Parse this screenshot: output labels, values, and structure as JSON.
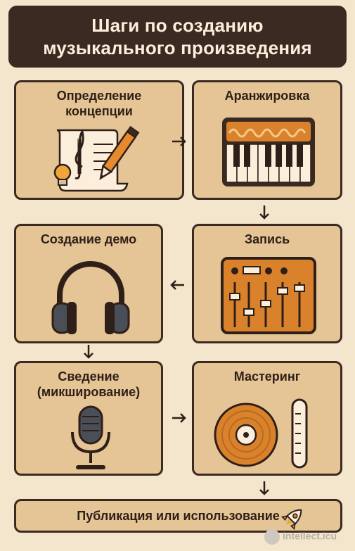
{
  "header": {
    "line1": "Шаги по созданию",
    "line2": "музыкального произведения"
  },
  "steps": [
    {
      "title_line1": "Определение",
      "title_line2": "концепции",
      "icon": "score-pencil-bulb-icon"
    },
    {
      "title": "Аранжировка",
      "icon": "piano-keyboard-icon"
    },
    {
      "title": "Создание демо",
      "icon": "headphones-icon"
    },
    {
      "title": "Запись",
      "icon": "mixing-console-icon"
    },
    {
      "title_line1": "Сведение",
      "title_line2": "(микширование)",
      "icon": "microphone-icon"
    },
    {
      "title": "Мастеринг",
      "icon": "vinyl-record-icon"
    },
    {
      "title": "Публикация или использование",
      "icon": "rocket-icon"
    }
  ],
  "watermark": {
    "text": "intellect.icu"
  },
  "colors": {
    "background": "#f4e6cc",
    "header": "#3b2a22",
    "card": "#e5c495",
    "accent": "#d9822b",
    "dark": "#2e2018"
  }
}
